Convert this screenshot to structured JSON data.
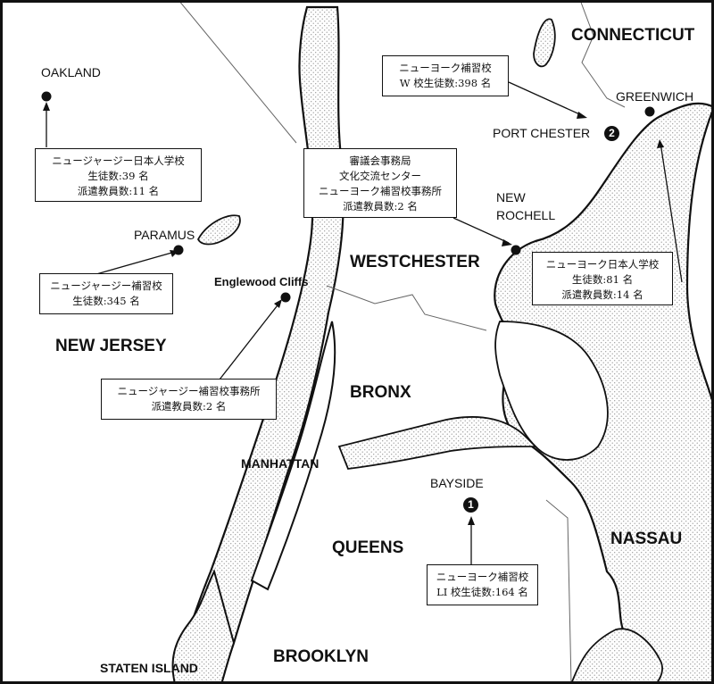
{
  "regions": {
    "connecticut": "CONNECTICUT",
    "westchester": "WESTCHESTER",
    "new_jersey": "NEW JERSEY",
    "bronx": "BRONX",
    "manhattan": "MANHATTAN",
    "queens": "QUEENS",
    "nassau": "NASSAU",
    "brooklyn": "BROOKLYN",
    "staten_island": "STATEN ISLAND"
  },
  "places": {
    "oakland": "OAKLAND",
    "paramus": "PARAMUS",
    "englewood_cliffs": "Englewood Cliffs",
    "port_chester": "PORT CHESTER",
    "greenwich": "GREENWICH",
    "new_rochelle_1": "NEW",
    "new_rochelle_2": "ROCHELL",
    "bayside": "BAYSIDE"
  },
  "badges": {
    "bayside": "1",
    "port_chester": "2"
  },
  "callouts": {
    "nj_japanese_school": [
      "ニュージャージー日本人学校",
      "生徒数:39 名",
      "派遣教員数:11 名"
    ],
    "nj_hoshuko": [
      "ニュージャージー補習校",
      "生徒数:345 名"
    ],
    "nj_hoshuko_office": [
      "ニュージャージー補習校事務所",
      "派遣教員数:2 名"
    ],
    "council_office": [
      "審議会事務局",
      "文化交流センター",
      "ニューヨーク補習校事務所",
      "派遣教員数:2 名"
    ],
    "ny_hoshuko_w": [
      "ニューヨーク補習校",
      "W 校生徒数:398 名"
    ],
    "ny_japanese_school": [
      "ニューヨーク日本人学校",
      "生徒数:81 名",
      "派遣教員数:14 名"
    ],
    "ny_hoshuko_li": [
      "ニューヨーク補習校",
      "LI 校生徒数:164 名"
    ]
  },
  "colors": {
    "water": "#ffffff",
    "land_stipple": "#b5b5b5",
    "ink": "#111111"
  }
}
